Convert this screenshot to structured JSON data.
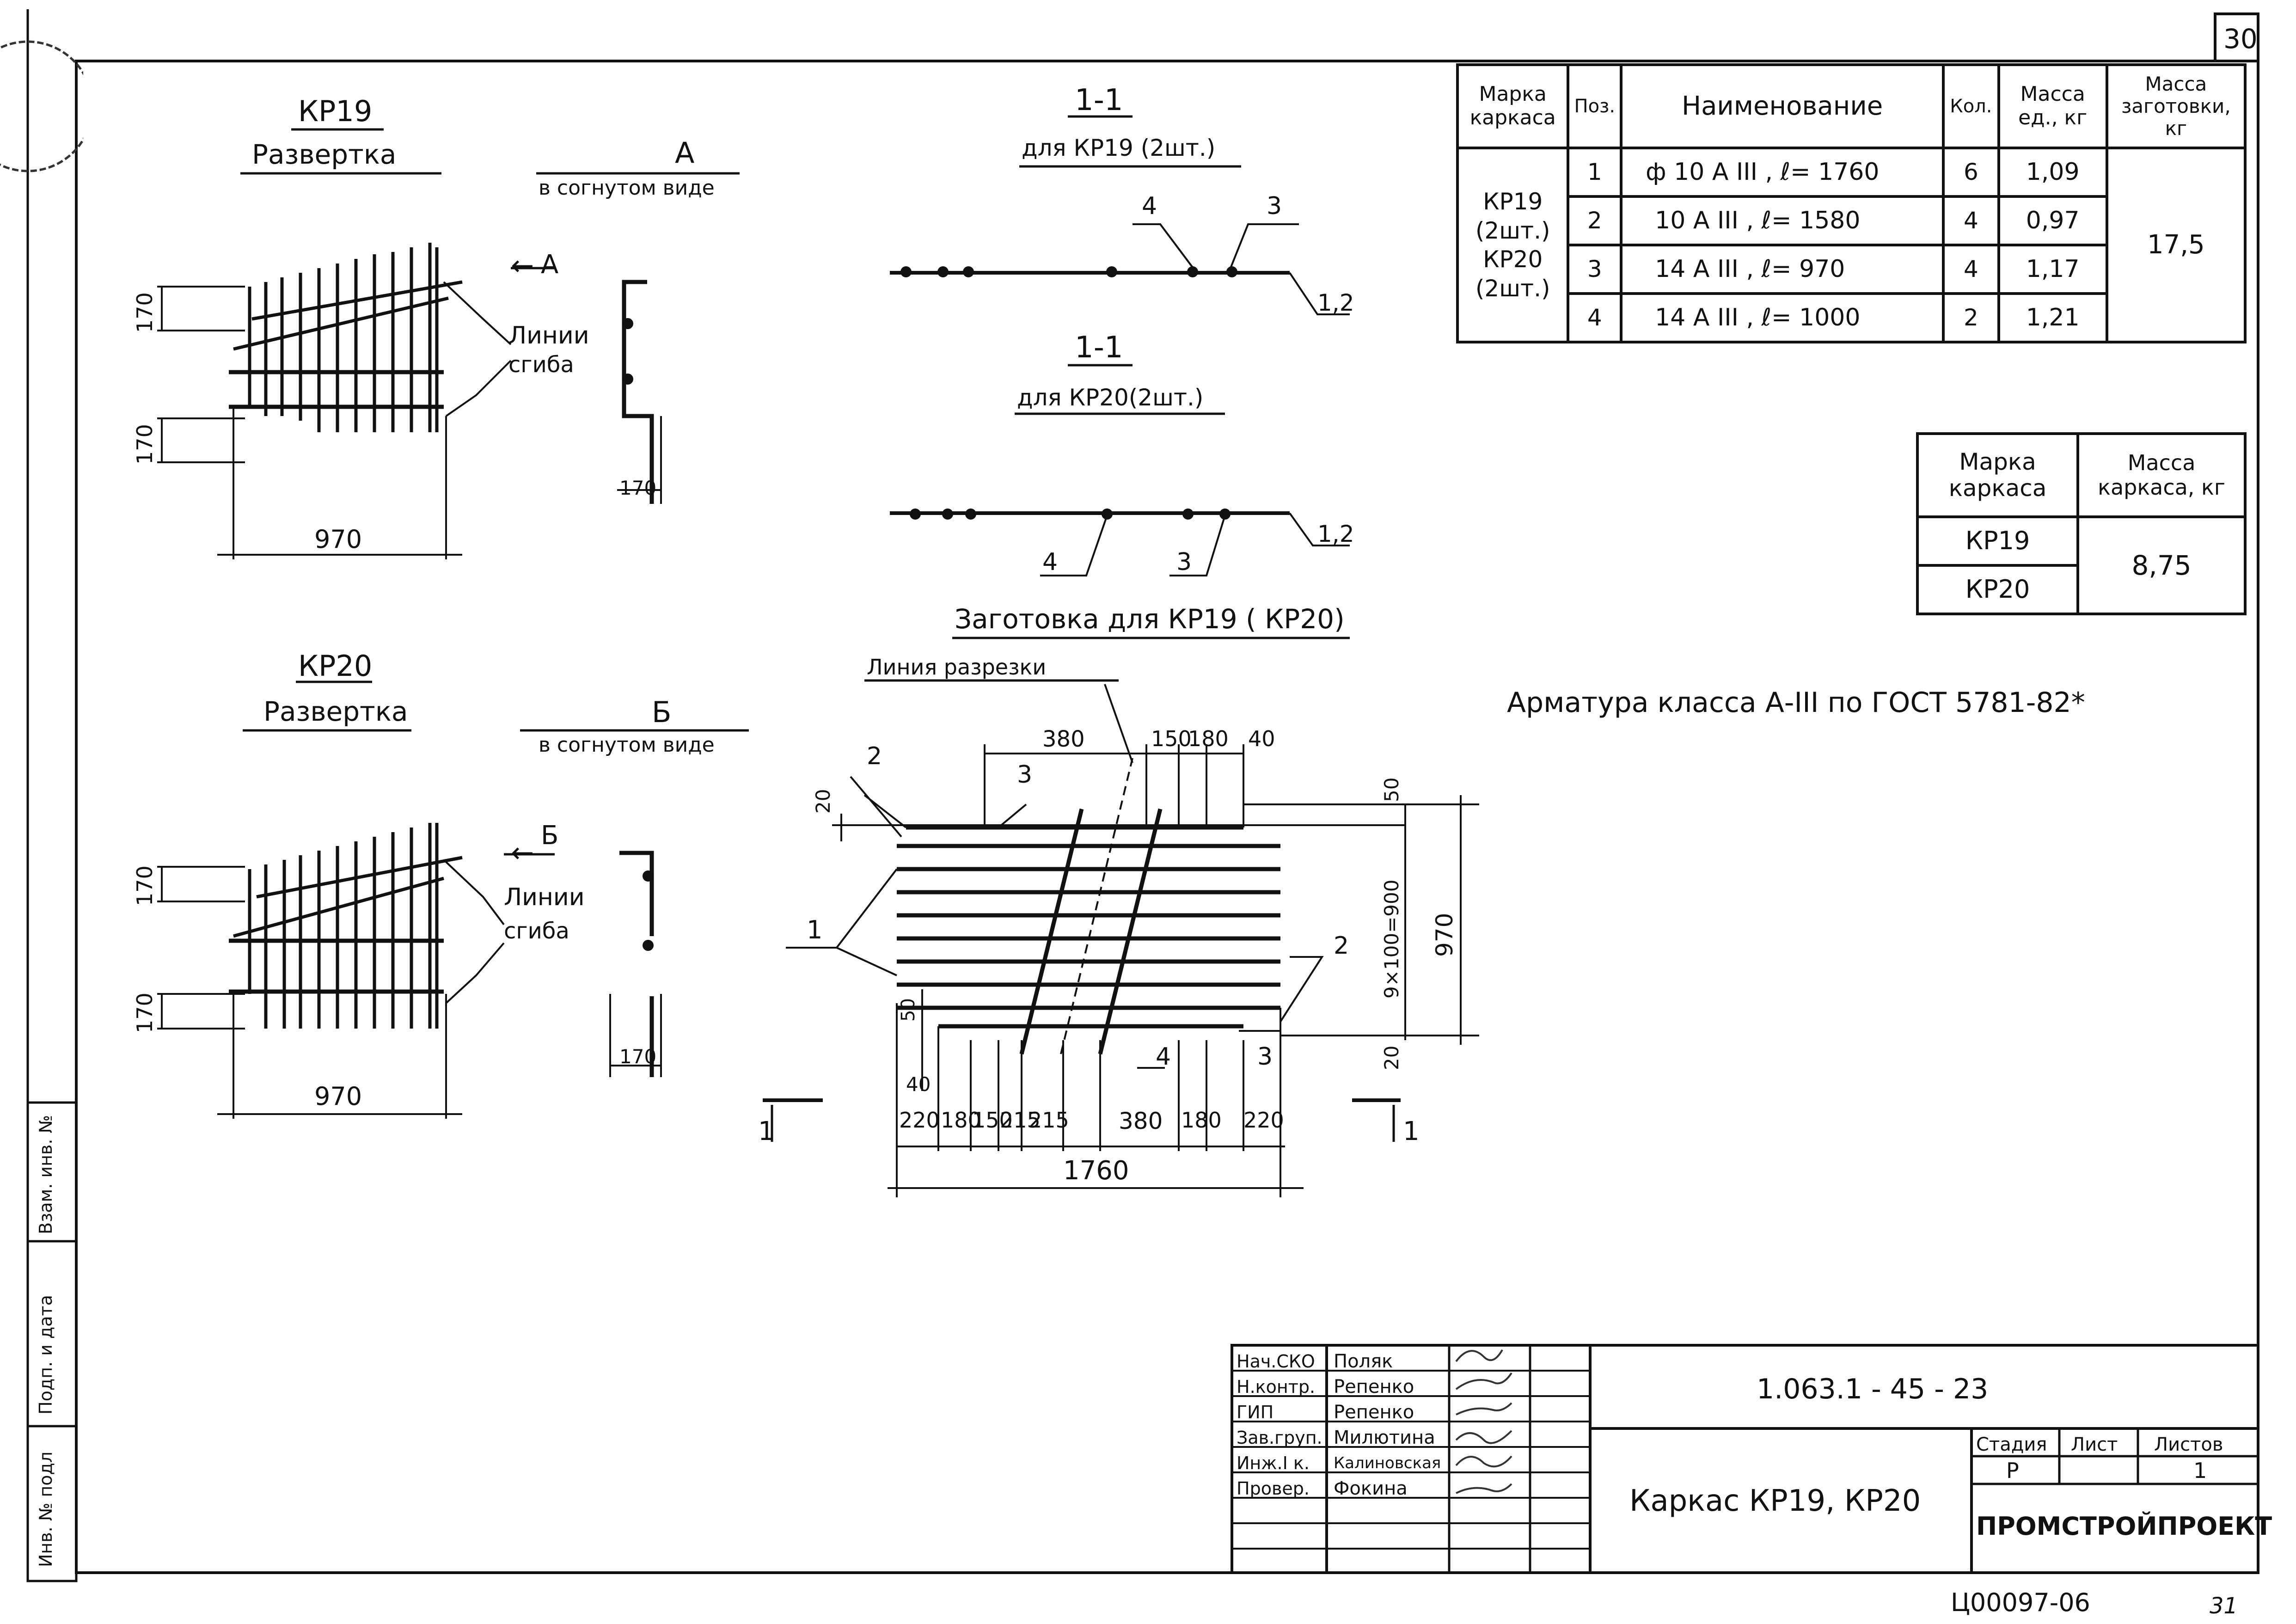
{
  "sheet": {
    "number": "30",
    "bottom_code": "Ц00097-06",
    "bottom_page": "31"
  },
  "side_stamp": {
    "inv_orig": "Инв. № подл",
    "sign_date": "Подп. и дата",
    "inv_replace": "Взам. инв. №"
  },
  "kp19": {
    "title": "КР19",
    "razvertka": "Развертка",
    "view_letter": "А",
    "view_caption": "в согнутом виде",
    "bend_label_1": "Линии",
    "bend_label_2": "сгиба",
    "dim_170_top": "170",
    "dim_170_bot": "170",
    "dim_970": "970",
    "dim_view_170": "170"
  },
  "kp20": {
    "title": "КР20",
    "razvertka": "Развертка",
    "view_letter": "Б",
    "view_caption": "в согнутом виде",
    "bend_label_1": "Линии",
    "bend_label_2": "сгиба",
    "dim_170_top": "170",
    "dim_170_bot": "170",
    "dim_970": "970",
    "dim_view_170": "170"
  },
  "section_kp19": {
    "title": "1-1",
    "caption": "для КР19 (2шт.)",
    "callout_4": "4",
    "callout_3": "3",
    "callout_12": "1,2"
  },
  "section_kp20": {
    "title": "1-1",
    "caption": "для КР20(2шт.)",
    "callout_4": "4",
    "callout_3": "3",
    "callout_12": "1,2"
  },
  "blank": {
    "title": "Заготовка для КР19 ( КР20)",
    "cut_line": "Линия разрезки",
    "pos_1": "1",
    "pos_2_top": "2",
    "pos_2_right": "2",
    "pos_3_top": "3",
    "pos_3_bot": "3",
    "pos_4": "4",
    "top_dims": [
      "380",
      "150",
      "180",
      "40"
    ],
    "dim_20_top": "20",
    "dim_50_top": "50",
    "dim_50_left": "50",
    "dim_40_left": "40",
    "dim_20_right": "20",
    "dim_pitch": "9×100=900",
    "dim_970": "970",
    "bottom_dims": [
      "220",
      "180",
      "150",
      "215",
      "215",
      "380",
      "180",
      "220"
    ],
    "dim_1760": "1760",
    "section_mark_left": "1",
    "section_mark_right": "1"
  },
  "spec": {
    "headers": [
      "Марка каркаса",
      "Поз.",
      "Наименование",
      "Кол.",
      "Масса ед., кг",
      "Масса заготовки, кг"
    ],
    "mark_lines": [
      "КР19",
      "(2шт.)",
      "КР20",
      "(2шт.)"
    ],
    "rows": [
      {
        "pos": "1",
        "name": "ф 10 А ІІІ , ℓ= 1760",
        "qty": "6",
        "mass": "1,09"
      },
      {
        "pos": "2",
        "name": "10 А ІІІ , ℓ= 1580",
        "qty": "4",
        "mass": "0,97"
      },
      {
        "pos": "3",
        "name": "14 А ІІІ , ℓ= 970",
        "qty": "4",
        "mass": "1,17"
      },
      {
        "pos": "4",
        "name": "14 А ІІІ , ℓ= 1000",
        "qty": "2",
        "mass": "1,21"
      }
    ],
    "blank_mass": "17,5"
  },
  "mass_table": {
    "headers": [
      "Марка каркаса",
      "Масса каркаса, кг"
    ],
    "rows": [
      "КР19",
      "КР20"
    ],
    "mass": "8,75"
  },
  "note": "Арматура класса А-ІІІ по ГОСТ 5781-82*",
  "title_block": {
    "roles": [
      "Нач.СКО",
      "Н.контр.",
      "ГИП",
      "Зав.груп.",
      "Инж.І к.",
      "Провер."
    ],
    "names": [
      "Поляк",
      "Репенко",
      "Репенко",
      "Милютина",
      "Калиновская",
      "Фокина"
    ],
    "code": "1.063.1 - 45 - 23",
    "title": "Каркас КР19, КР20",
    "stage_header": "Стадия",
    "sheet_header": "Лист",
    "sheets_header": "Листов",
    "stage": "Р",
    "sheet": "",
    "sheets": "1",
    "org": "ПРОМСТРОЙПРОЕКТ"
  }
}
